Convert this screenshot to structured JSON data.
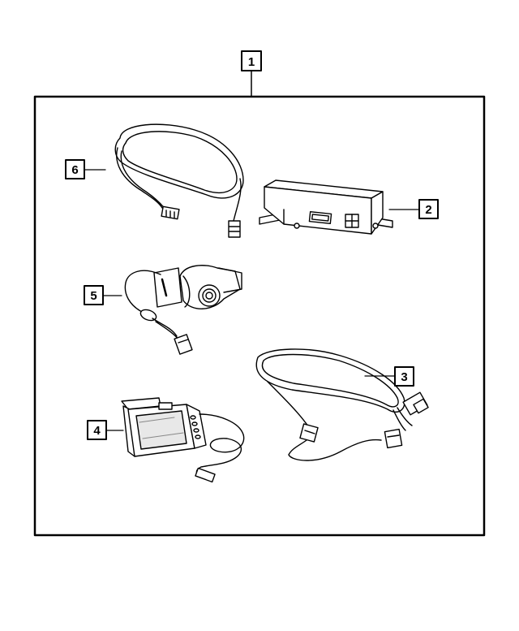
{
  "callouts": {
    "kit": "1",
    "module": "2",
    "harness_long": "3",
    "monitor": "4",
    "camera": "5",
    "harness_coiled": "6"
  }
}
